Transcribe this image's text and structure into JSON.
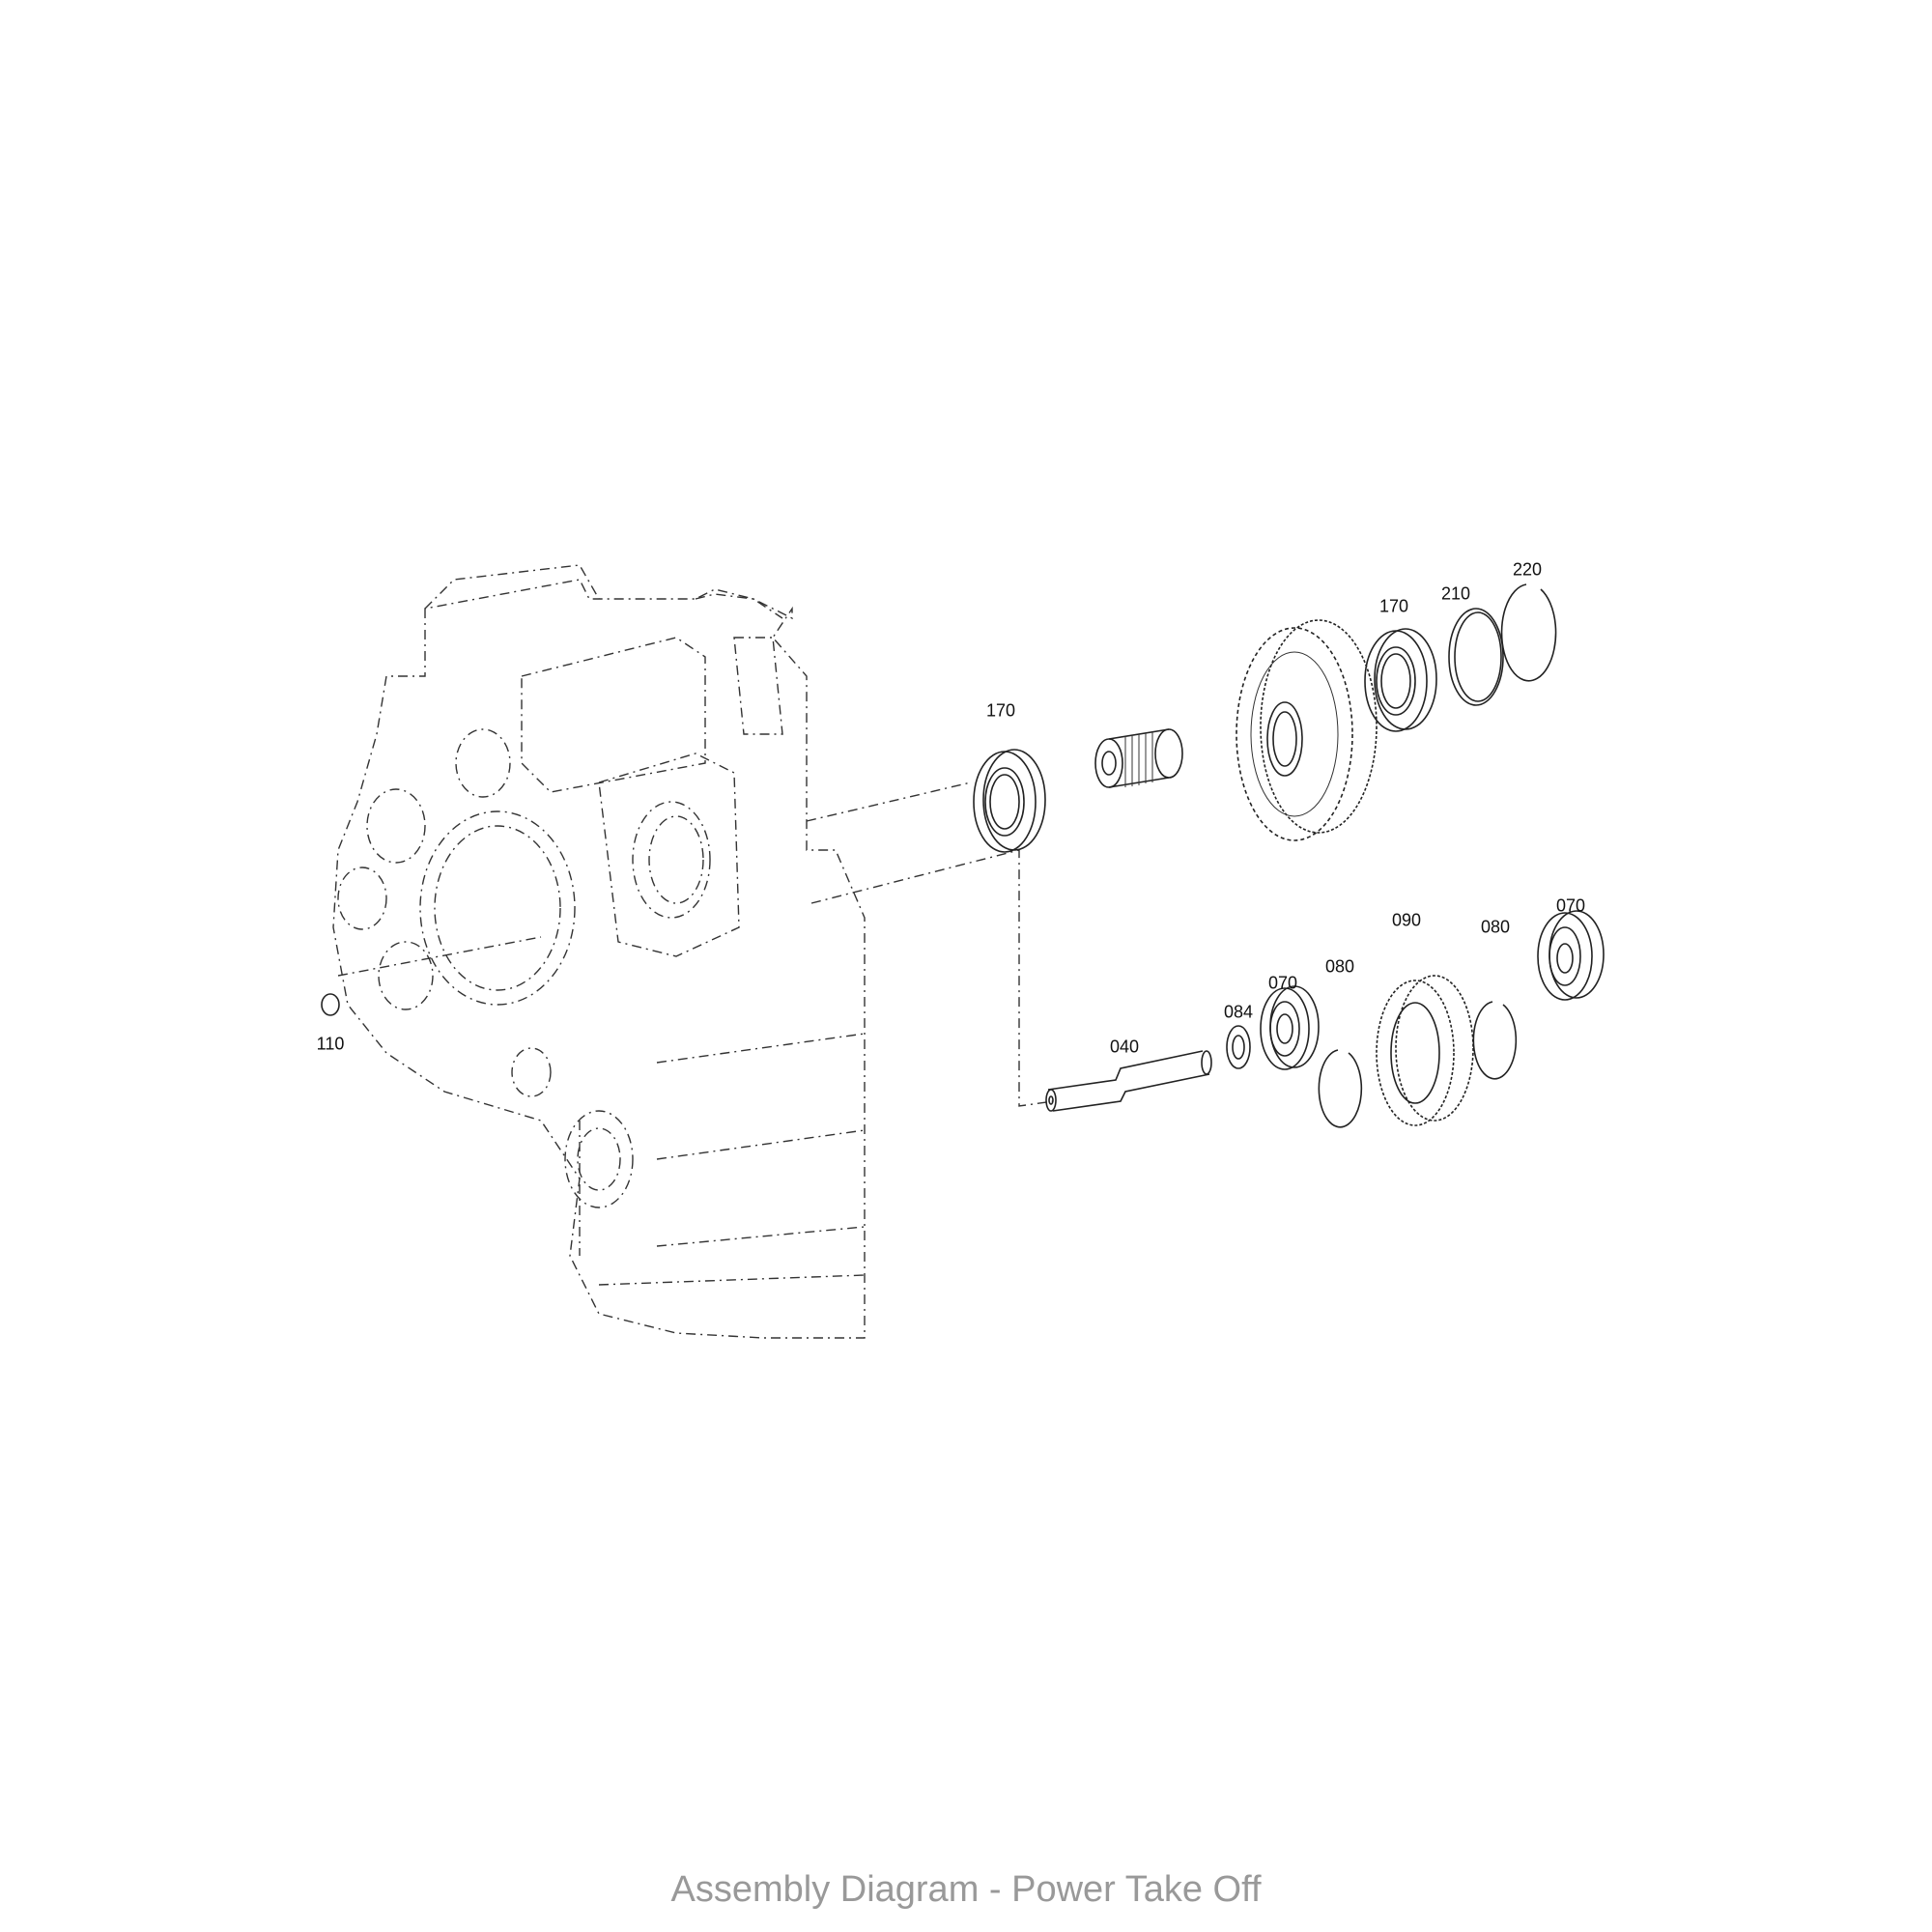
{
  "title": "Assembly Diagram - Power Take Off",
  "callouts": {
    "c110": "110",
    "c170a": "170",
    "c170b": "170",
    "c210": "210",
    "c220": "220",
    "c040": "040",
    "c084": "084",
    "c070a": "070",
    "c080a": "080",
    "c090": "090",
    "c080b": "080",
    "c070b": "070"
  }
}
